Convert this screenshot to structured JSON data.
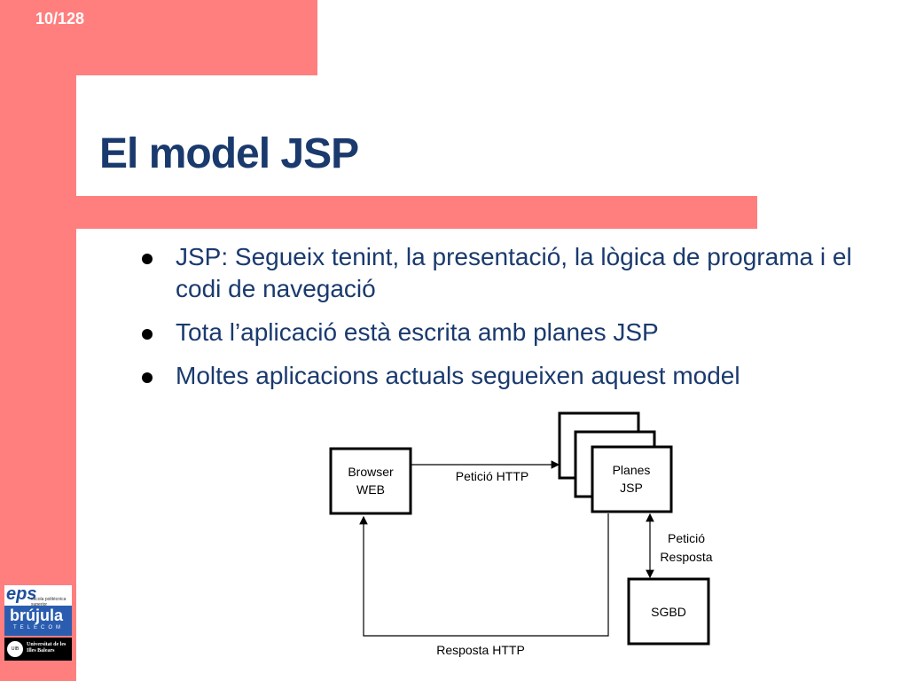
{
  "slide": {
    "page_number": "10/128",
    "title": "El model JSP",
    "bullets": [
      "JSP: Segueix tenint, la presentació, la lògica de programa i el codi de navegació",
      "Tota l’aplicació està escrita amb planes JSP",
      "Moltes aplicacions actuals segueixen aquest model"
    ]
  },
  "diagram": {
    "browser_line1": "Browser",
    "browser_line2": "WEB",
    "jsp_line1": "Planes",
    "jsp_line2": "JSP",
    "sgbd": "SGBD",
    "request_http": "Petició HTTP",
    "db_line1": "Petició",
    "db_line2": "Resposta",
    "response_http": "Resposta HTTP"
  },
  "logos": {
    "eps": "eps",
    "eps_sub": "escola politècnica superior",
    "brujula": "brújula",
    "brujula_sub": "TELECOM",
    "uib_seal": "UIB",
    "uib_line1": "Universitat de les",
    "uib_line2": "Illes Balears"
  },
  "colors": {
    "accent": "#ff7f7f",
    "title": "#1a3a6e"
  }
}
